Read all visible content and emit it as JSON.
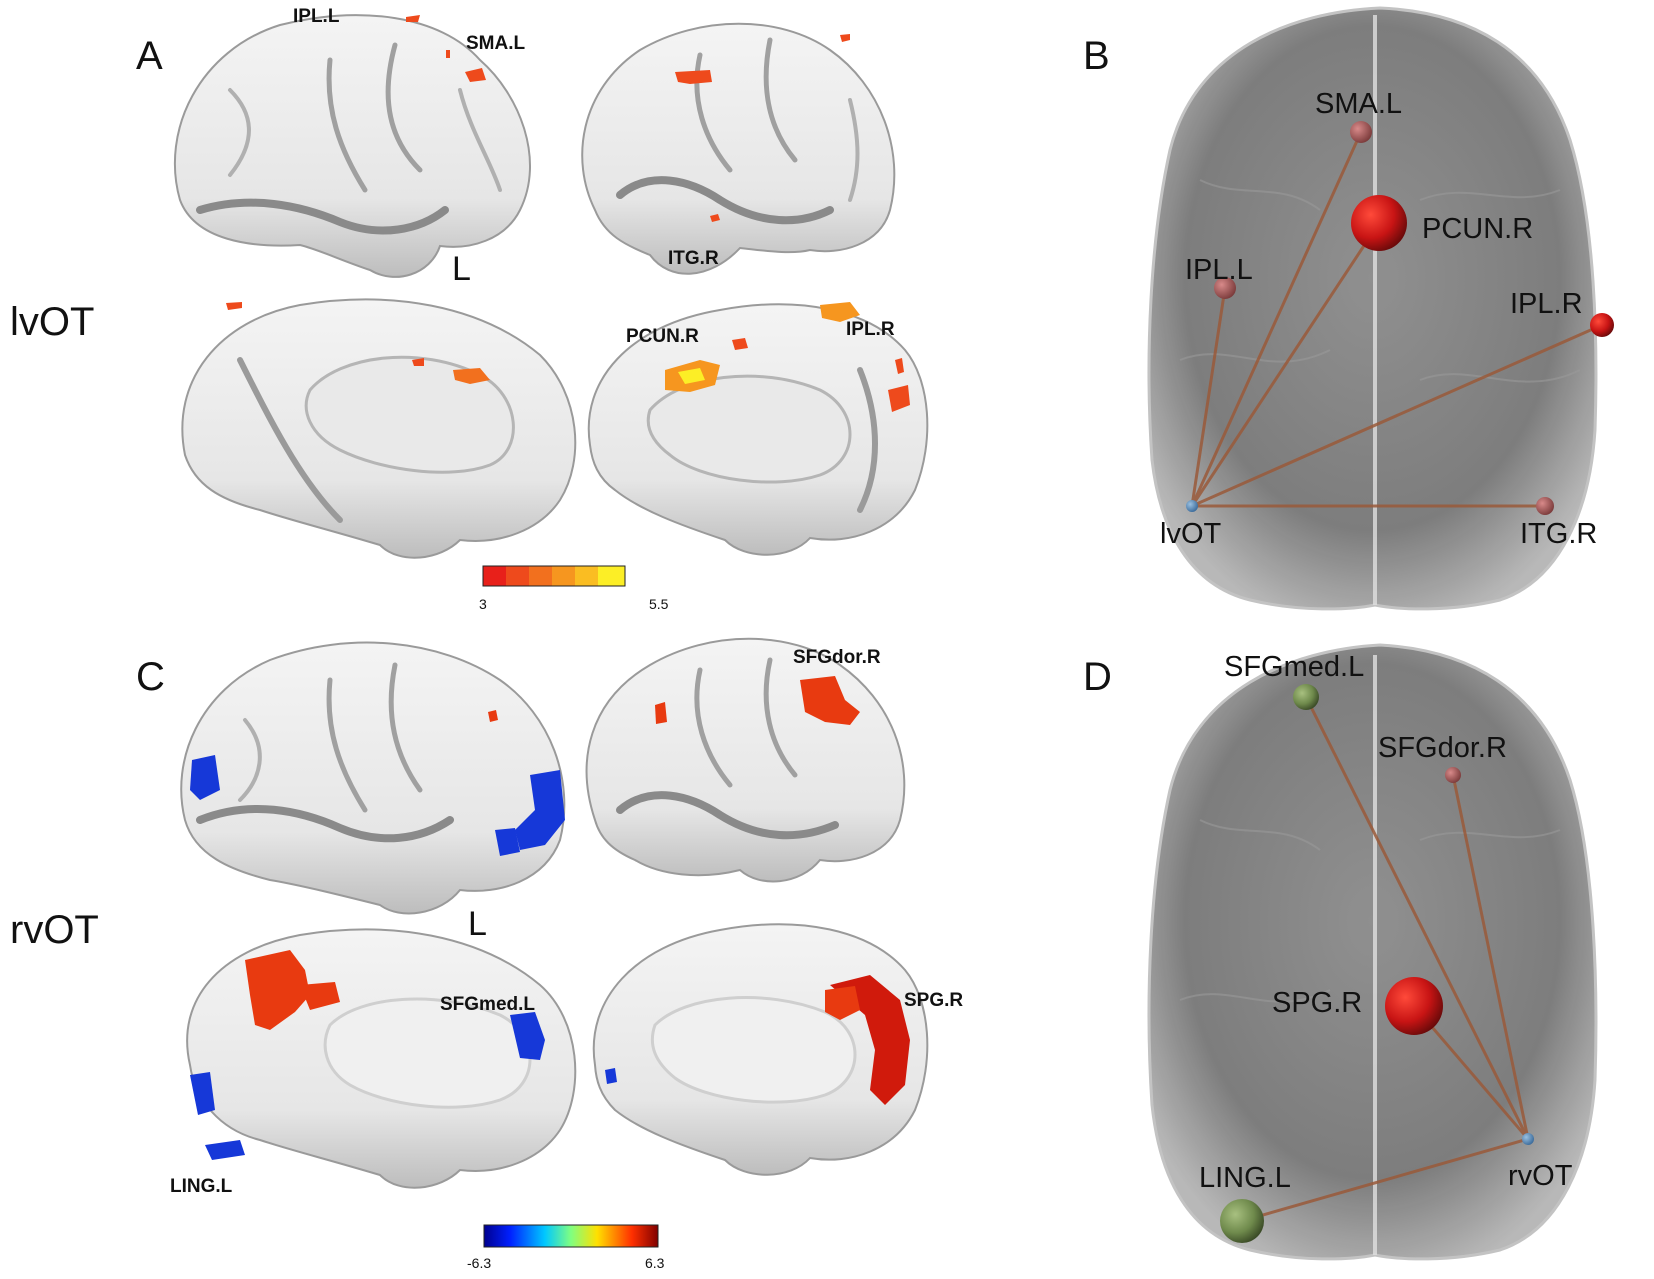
{
  "panels": {
    "A": {
      "letter": "A",
      "hemisphere": "L",
      "seed": "lvOT",
      "labels": {
        "ipl_l": "IPL.L",
        "sma_l": "SMA.L",
        "itg_r": "ITG.R",
        "pcun_r": "PCUN.R",
        "ipl_r": "IPL.R"
      },
      "colorbar": {
        "min": "3",
        "max": "5.5",
        "colors": [
          "#e8201a",
          "#ee4a1c",
          "#f2701e",
          "#f6961f",
          "#fabd22",
          "#fcee26"
        ]
      }
    },
    "B": {
      "letter": "B",
      "nodes": {
        "sma_l": "SMA.L",
        "pcun_r": "PCUN.R",
        "ipl_l": "IPL.L",
        "ipl_r": "IPL.R",
        "lvot": "lvOT",
        "itg_r": "ITG.R"
      }
    },
    "C": {
      "letter": "C",
      "hemisphere": "L",
      "seed": "rvOT",
      "labels": {
        "sfgdor_r": "SFGdor.R",
        "sfgmed_l": "SFGmed.L",
        "spg_r": "SPG.R",
        "ling_l": "LING.L"
      },
      "colorbar": {
        "min": "-6.3",
        "max": "6.3"
      }
    },
    "D": {
      "letter": "D",
      "nodes": {
        "sfgmed_l": "SFGmed.L",
        "sfgdor_r": "SFGdor.R",
        "spg_r": "SPG.R",
        "ling_l": "LING.L",
        "rvot": "rvOT"
      }
    }
  },
  "colors": {
    "positive": "#e83a10",
    "negative": "#1638d8",
    "node_red": "#c81414",
    "node_green": "#6f8a4c",
    "edge": "#9a5a3a"
  }
}
